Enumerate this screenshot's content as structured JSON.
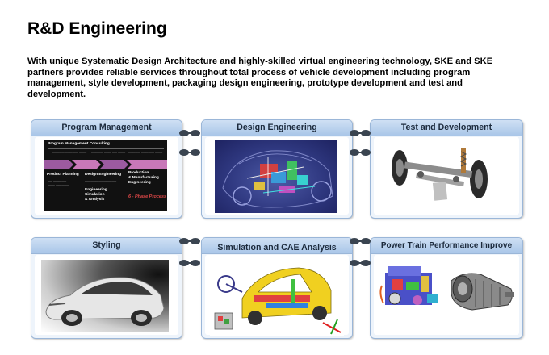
{
  "page": {
    "title": "R&D Engineering",
    "intro": "With unique Systematic Design Architecture and highly-skilled virtual engineering technology, SKE and SKE partners provides reliable services  throughout total process of vehicle development including program management, style development, packaging design engineering, prototype development and test and development."
  },
  "cards": {
    "program_management": "Program Management",
    "design_engineering": "Design Engineering",
    "test_development": "Test and Development",
    "styling": "Styling",
    "simulation_cae": "Simulation and CAE Analysis",
    "power_train": "Power Train Performance Improve"
  },
  "pm_diagram": {
    "header": "Program Management Consulting",
    "col1": "Product Planning",
    "col2": "Design Engineering",
    "col3a": "Production",
    "col3b": "& Manufacturing",
    "col3c": "Engineering",
    "col2b": "Engineering",
    "col2c": "Simulation",
    "col2d": "& Analysis",
    "phase": "6 - Phase Process"
  },
  "colors": {
    "card_border": "#9ab6d8",
    "card_header": "#bcd4ee",
    "card_background": "#eef4fb",
    "connector": "#3a4450"
  }
}
